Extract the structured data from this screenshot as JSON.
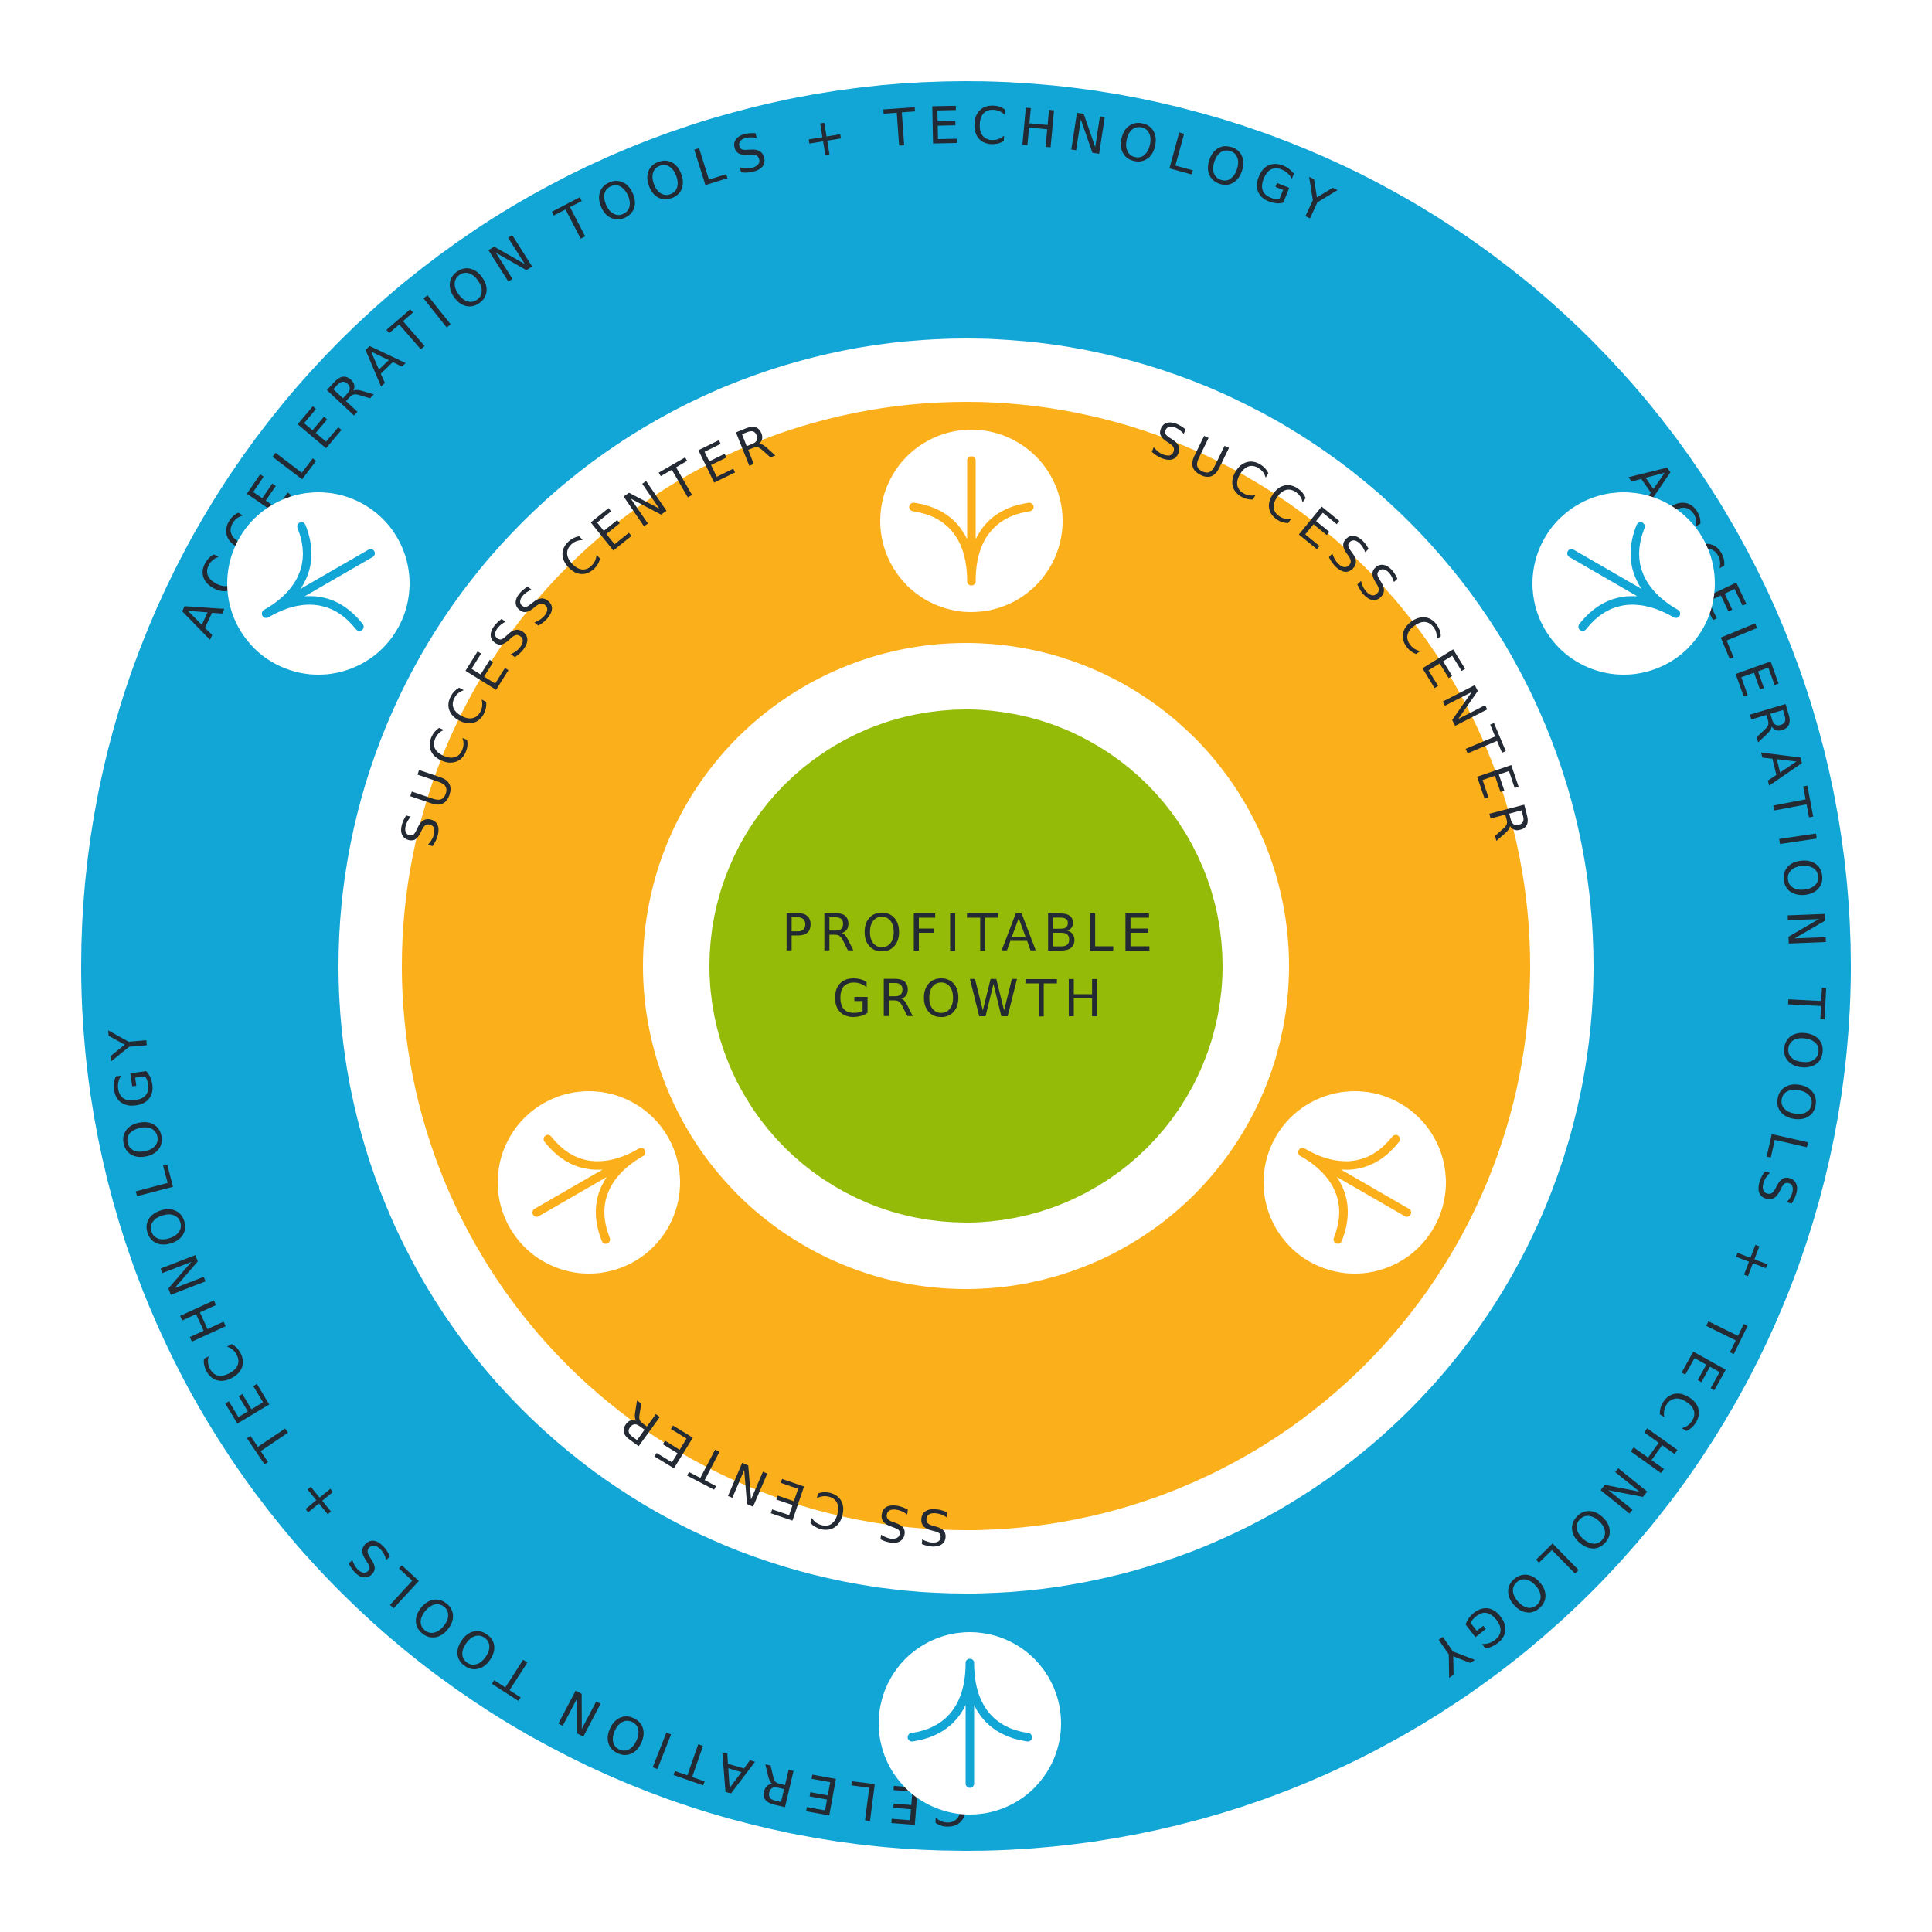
{
  "outer_ring": {
    "label_1": "ACCELERATION TOOLS + TECHNOLOGY",
    "label_2": "ACCELERATION TOOLS + TECHNOLOGY",
    "label_3": "ACCELERATION TOOLS + TECHNOLOGY"
  },
  "middle_ring": {
    "label_1": "SUCCESS CENTER",
    "label_2": "SUCCESS CENTER",
    "label_3": "SUCCESS CENTER"
  },
  "center": {
    "line_1": "PROFITABLE",
    "line_2": "GROWTH"
  },
  "colors": {
    "outer_ring": "#12a6d6",
    "middle_ring": "#fbb01b",
    "center": "#94bb08",
    "text": "#232a33",
    "background": "#ffffff"
  },
  "icons": {
    "outer": "arrow-split-icon",
    "middle": "arrow-merge-icon"
  }
}
